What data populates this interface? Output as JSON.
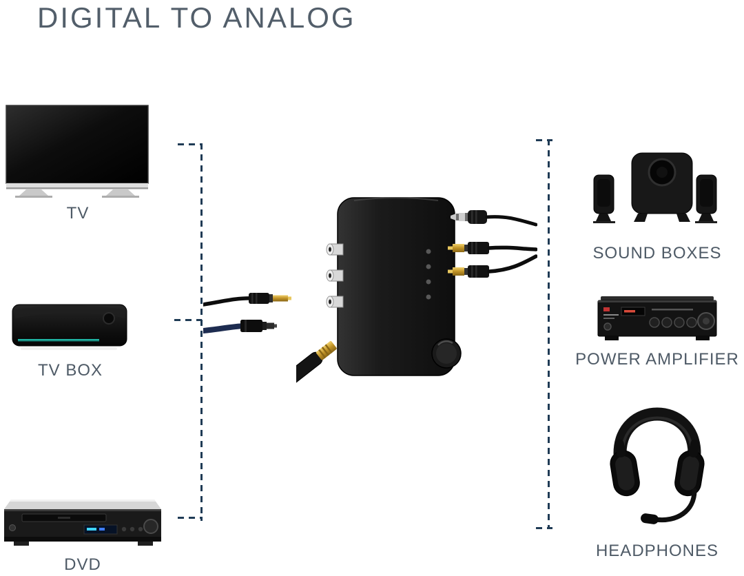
{
  "title": "DIGITAL TO ANALOG",
  "sources": {
    "tv": {
      "label": "TV"
    },
    "tv_box": {
      "label": "TV BOX"
    },
    "dvd": {
      "label": "DVD"
    }
  },
  "outputs": {
    "sound_boxes": {
      "label": "SOUND BOXES"
    },
    "power_amplifier": {
      "label": "POWER AMPLIFIER"
    },
    "headphones": {
      "label": "HEADPHONES"
    }
  },
  "colors": {
    "title_text": "#525e6a",
    "label_text": "#4e5a66",
    "dashed_bracket": "#1f3b55",
    "device_body": "#161616",
    "gold_connector": "#cfa02f",
    "optical_cable": "#1d2c50",
    "tv_box_accent": "#1fb3a3"
  }
}
